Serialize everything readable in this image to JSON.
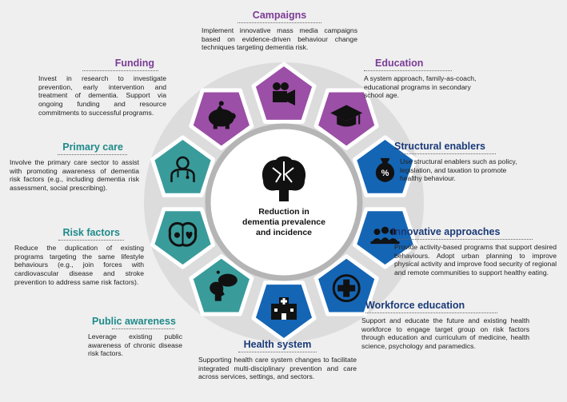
{
  "center": {
    "line1": "Reduction in",
    "line2": "dementia prevalence",
    "line3": "and incidence"
  },
  "colors": {
    "purple": "#9b4fa6",
    "teal": "#3a9b9b",
    "blue": "#1565b5",
    "ring": "#ffffff",
    "center_border": "#b5b5b5"
  },
  "items": [
    {
      "id": "campaigns",
      "title": "Campaigns",
      "icon": "video-camera-icon",
      "text": "Implement innovative mass media campaigns based on evidence-driven behaviour change techniques targeting dementia risk."
    },
    {
      "id": "education",
      "title": "Education",
      "icon": "graduation-cap-icon",
      "text": "A system approach, family-as-coach, educational programs in secondary school age."
    },
    {
      "id": "structural",
      "title": "Structural enablers",
      "icon": "money-bag-percent-icon",
      "text": "Use structural enablers such as policy, legislation, and taxation to promote healthy behaviour."
    },
    {
      "id": "innovative",
      "title": "Innovative approaches",
      "icon": "group-people-icon",
      "text": "Provide activity-based programs that support desired behaviours. Adopt urban planning to improve physical activity and improve food security of regional and remote communities to support healthy eating."
    },
    {
      "id": "workforce",
      "title": "Workforce education",
      "icon": "medical-cross-icon",
      "text": "Support and educate the future and existing health workforce to engage target group on risk factors through education and curriculum of medicine, health science, psychology and paramedics."
    },
    {
      "id": "health",
      "title": "Health system",
      "icon": "hospital-icon",
      "text": "Supporting health care system changes to facilitate integrated multi-disciplinary prevention and care across services, settings, and sectors."
    },
    {
      "id": "awareness",
      "title": "Public awareness",
      "icon": "thinking-head-icon",
      "text": "Leverage existing public awareness of chronic disease risk factors."
    },
    {
      "id": "risk",
      "title": "Risk factors",
      "icon": "brain-gears-icon",
      "text": "Reduce the duplication of existing programs targeting the same lifestyle behaviours (e.g., join forces with cardiovascular disease and stroke prevention to address same risk factors)."
    },
    {
      "id": "primary",
      "title": "Primary care",
      "icon": "doctor-icon",
      "text": "Involve the primary care sector to assist with promoting awareness of dementia risk factors (e.g., including dementia risk assessment, social prescribing)."
    },
    {
      "id": "funding",
      "title": "Funding",
      "icon": "piggy-bank-icon",
      "text": "Invest in research to investigate prevention, early intervention and treatment of dementia. Support via ongoing funding and resource commitments to successful programs."
    }
  ]
}
